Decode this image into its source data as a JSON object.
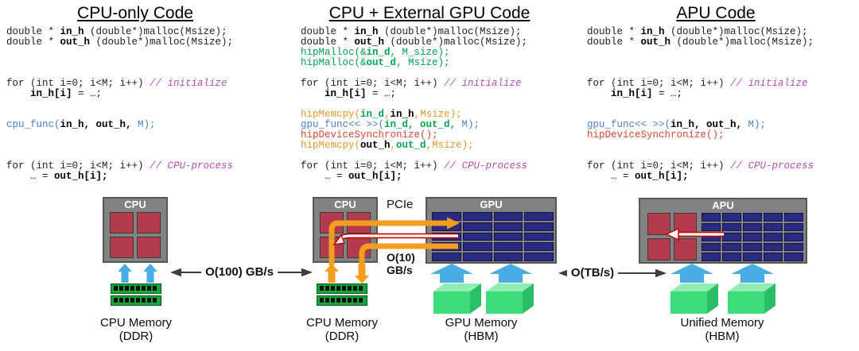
{
  "columns": [
    {
      "title": "CPU-only Code",
      "code": [
        [
          [
            "double * ",
            "k"
          ],
          [
            "in_h",
            "kb"
          ],
          [
            " (double*)malloc(Msize);",
            "k"
          ]
        ],
        [
          [
            "double * ",
            "k"
          ],
          [
            "out_h",
            "kb"
          ],
          [
            " (double*)malloc(Msize);",
            "k"
          ]
        ],
        [],
        [],
        [],
        [
          [
            "for (int i=0; i<M; i++) ",
            "k"
          ],
          [
            "// initialize",
            "m"
          ]
        ],
        [
          [
            "    ",
            "k"
          ],
          [
            "in_h[i]",
            "kb"
          ],
          [
            " = …;",
            "k"
          ]
        ],
        [],
        [],
        [
          [
            "cpu_func(",
            "b"
          ],
          [
            "in_h, out_h,",
            "kb"
          ],
          [
            " M);",
            "b"
          ]
        ],
        [],
        [],
        [],
        [
          [
            "for (int i=0; i<M; i++) ",
            "k"
          ],
          [
            "// CPU-process",
            "m"
          ]
        ],
        [
          [
            "    … = ",
            "k"
          ],
          [
            "out_h[i];",
            "kb"
          ]
        ]
      ]
    },
    {
      "title": "CPU + External GPU Code",
      "code": [
        [
          [
            "double * ",
            "k"
          ],
          [
            "in_h",
            "kb"
          ],
          [
            " (double*)malloc(Msize);",
            "k"
          ]
        ],
        [
          [
            "double * ",
            "k"
          ],
          [
            "out_h",
            "kb"
          ],
          [
            " (double*)malloc(Msize);",
            "k"
          ]
        ],
        [
          [
            "hipMalloc(&",
            "g"
          ],
          [
            "in_d",
            "gb"
          ],
          [
            ", M_size);",
            "g"
          ]
        ],
        [
          [
            "hipMalloc(&",
            "g"
          ],
          [
            "out_d",
            "gb"
          ],
          [
            ", Msize);",
            "g"
          ]
        ],
        [],
        [
          [
            "for (int i=0; i<M; i++) ",
            "k"
          ],
          [
            "// initialize",
            "m"
          ]
        ],
        [
          [
            "    ",
            "k"
          ],
          [
            "in_h[i]",
            "kb"
          ],
          [
            " = …;",
            "k"
          ]
        ],
        [],
        [
          [
            "hipMemcpy(",
            "o"
          ],
          [
            "in_d",
            "gb"
          ],
          [
            ",",
            "o"
          ],
          [
            "in_h",
            "kb"
          ],
          [
            ",Msize);",
            "o"
          ]
        ],
        [
          [
            "gpu_func<< >>(",
            "b"
          ],
          [
            "in_d, out_d,",
            "gb"
          ],
          [
            " M);",
            "b"
          ]
        ],
        [
          [
            "hipDeviceSynchronize();",
            "r"
          ]
        ],
        [
          [
            "hipMemcpy(",
            "o"
          ],
          [
            "out_h",
            "kb"
          ],
          [
            ",",
            "o"
          ],
          [
            "out_d",
            "gb"
          ],
          [
            ",Msize);",
            "o"
          ]
        ],
        [],
        [
          [
            "for (int i=0; i<M; i++) ",
            "k"
          ],
          [
            "// CPU-process",
            "m"
          ]
        ],
        [
          [
            "    … = ",
            "k"
          ],
          [
            "out_h[i];",
            "kb"
          ]
        ]
      ]
    },
    {
      "title": "APU Code",
      "code": [
        [
          [
            "double * ",
            "k"
          ],
          [
            "in_h",
            "kb"
          ],
          [
            " (double*)malloc(Msize);",
            "k"
          ]
        ],
        [
          [
            "double * ",
            "k"
          ],
          [
            "out_h",
            "kb"
          ],
          [
            " (double*)malloc(Msize);",
            "k"
          ]
        ],
        [],
        [],
        [],
        [
          [
            "for (int i=0; i<M; i++) ",
            "k"
          ],
          [
            "// initialize",
            "m"
          ]
        ],
        [
          [
            "    ",
            "k"
          ],
          [
            "in_h[i]",
            "kb"
          ],
          [
            " = …;",
            "k"
          ]
        ],
        [],
        [],
        [
          [
            "gpu_func<< >>(",
            "b"
          ],
          [
            "in_h, out_h,",
            "kb"
          ],
          [
            " M);",
            "b"
          ]
        ],
        [
          [
            "hipDeviceSynchronize();",
            "r"
          ]
        ],
        [],
        [],
        [
          [
            "for (int i=0; i<M; i++) ",
            "k"
          ],
          [
            "// CPU-process",
            "m"
          ]
        ],
        [
          [
            "    … = ",
            "k"
          ],
          [
            "out_h[i];",
            "kb"
          ]
        ]
      ]
    }
  ],
  "diagrams": {
    "chips": {
      "cpu_left": {
        "label": "CPU",
        "cores": [
          2,
          2
        ]
      },
      "cpu_mid": {
        "label": "CPU",
        "cores": [
          2,
          2
        ]
      },
      "gpu": {
        "label": "GPU",
        "cells": [
          5,
          4
        ]
      },
      "apu": {
        "label": "APU",
        "cores": [
          2,
          2
        ],
        "cells": [
          5,
          5
        ]
      }
    },
    "memory_labels": {
      "cpu_left": [
        "CPU Memory",
        "(DDR)"
      ],
      "cpu_mid": [
        "CPU Memory",
        "(DDR)"
      ],
      "gpu": [
        "GPU Memory",
        "(HBM)"
      ],
      "apu": [
        "Unified Memory",
        "(HBM)"
      ]
    },
    "links": {
      "cpu_ddr": "O(100) GB/s",
      "pcie": "PCIe",
      "pcie_rate": [
        "O(10)",
        "GB/s"
      ],
      "apu_hbm": "O(TB/s)"
    },
    "colors": {
      "chip_body": "#828282",
      "chip_border": "#565656",
      "core_red": "#b23c4e",
      "cell_navy": "#2a2a80",
      "dimm_green": "#19a43a",
      "mem_blue": "#47ade3",
      "hbm_green": "#3edb7a",
      "hbm_green_top": "#93ecb4",
      "hbm_green_side": "#2abe67",
      "orange": "#f59d1e",
      "arrow_red": "#c00000",
      "arrow_black": "#3d3d3d"
    }
  }
}
